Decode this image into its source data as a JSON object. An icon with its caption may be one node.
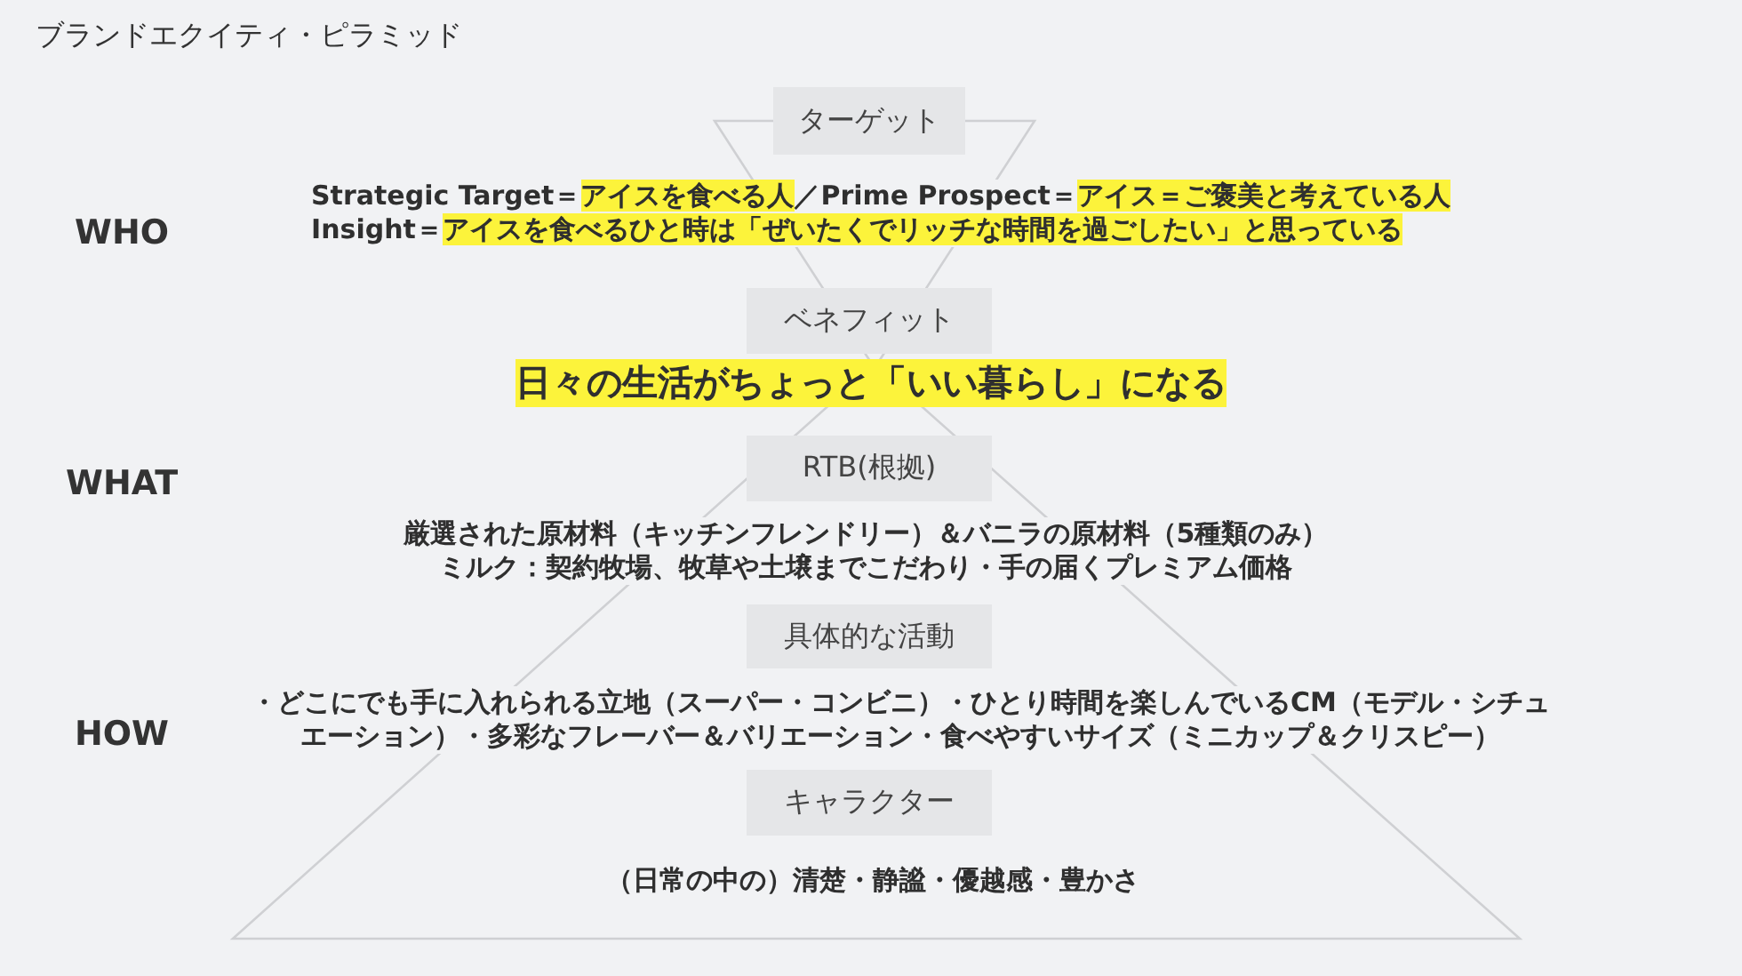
{
  "diagram": {
    "title": "ブランドエクイティ・ピラミッド",
    "nodes": [
      {
        "text": [
          "ターゲット"
        ],
        "beside": [
          "Strategic Target＝*アイスを食べる人*／Prime Prospect＝*アイス＝ご褒美と考えている人*",
          "Insight＝*アイスを食べるひと時は「ぜいたくでリッチな時間を過ごしたい」と思っている*"
        ]
      },
      {
        "text": [
          "ベネフィット"
        ],
        "beside": [
          "日々の生活がちょっと「いい暮らし」になる"
        ]
      },
      {
        "text": [
          "RTB(根拠)"
        ],
        "beside": [
          "厳選された原材料（キッチンフレンドリー）＆バニラの原材料（5種類のみ）",
          "ミルク：契約牧場、牧草や土壌までこだわり・手の届くプレミアム価格"
        ]
      },
      {
        "text": [
          "具体的な活動"
        ],
        "beside": [
          "・どこにでも手に入れられる立地（スーパー・コンビニ）・ひとり時間を楽しんでいるCM（モデル・シチュエーション）・多彩なフレーバー＆バリエーション・食べやすいサイズ（ミニカップ＆クリスピー）"
        ]
      },
      {
        "text": [
          "キャラクター"
        ],
        "beside": [
          "（日常の中の）清楚・静謐・優越感・豊かさ"
        ]
      }
    ],
    "labels": [
      "WHO",
      "WHAT",
      "HOW"
    ]
  }
}
